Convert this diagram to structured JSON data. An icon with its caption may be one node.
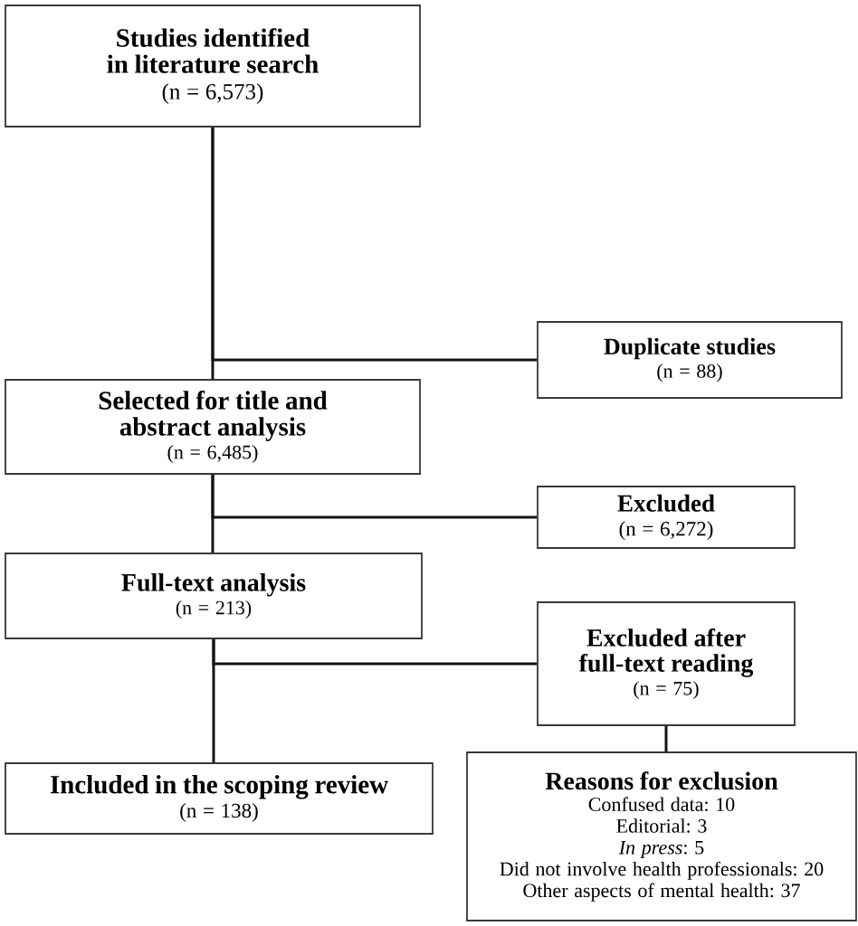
{
  "diagram": {
    "nodes": [
      {
        "text": [
          "Studies identified in literature search",
          "(n = 6,573)"
        ]
      },
      {
        "text": [
          "Duplicate studies",
          "(n = 88)"
        ]
      },
      {
        "text": [
          "Selected for title and abstract analysis",
          "(n = 6,485)"
        ]
      },
      {
        "text": [
          "Excluded",
          "(n = 6,272)"
        ]
      },
      {
        "text": [
          "Full-text analysis",
          "(n = 213)"
        ]
      },
      {
        "text": [
          "Excluded after full-text reading",
          "(n = 75)"
        ]
      },
      {
        "text": [
          "Included in the scoping review",
          "(n = 138)"
        ]
      },
      {
        "text": [
          "Reasons for exclusion",
          "Confused data: 10",
          "Editorial: 3",
          "*In press*: 5",
          "Did not involve health professionals: 20",
          "Other aspects of mental health: 37"
        ]
      }
    ],
    "edges": [
      {
        "from": 0,
        "to": 2,
        "arrow": "none"
      },
      {
        "from": 0,
        "to": 1,
        "arrow": "none"
      },
      {
        "from": 2,
        "to": 4,
        "arrow": "none"
      },
      {
        "from": 2,
        "to": 3,
        "arrow": "none"
      },
      {
        "from": 4,
        "to": 6,
        "arrow": "none"
      },
      {
        "from": 4,
        "to": 5,
        "arrow": "none"
      },
      {
        "from": 5,
        "to": 7,
        "arrow": "none"
      }
    ]
  }
}
